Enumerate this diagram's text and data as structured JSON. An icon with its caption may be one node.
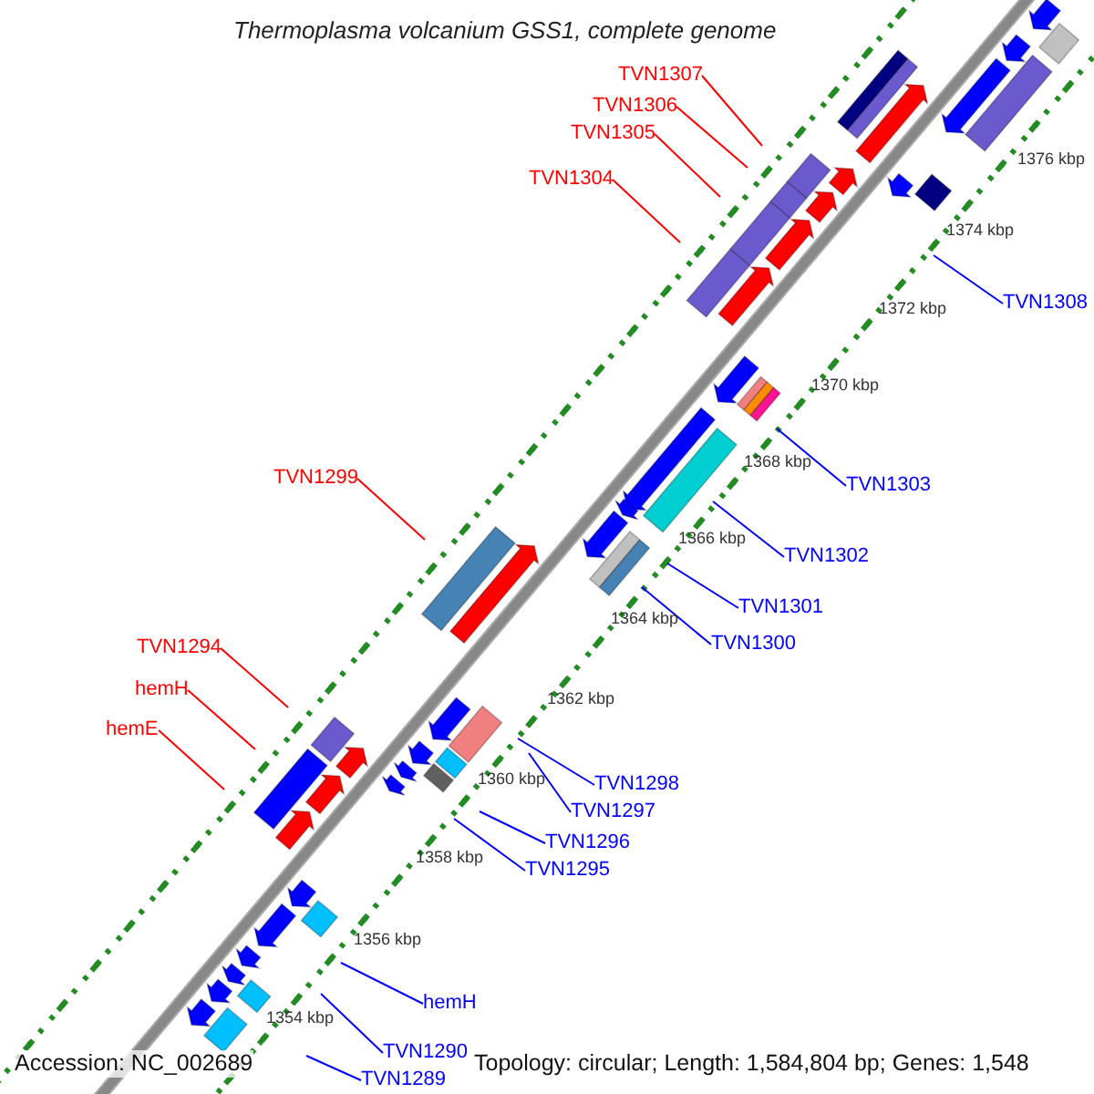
{
  "diagram": {
    "title": "Thermoplasma volcanium GSS1, complete genome",
    "nodes": [
      {
        "text": [
          "TVN1307"
        ]
      },
      {
        "text": [
          "TVN1306"
        ]
      },
      {
        "text": [
          "TVN1305"
        ]
      },
      {
        "text": [
          "TVN1304"
        ]
      },
      {
        "text": [
          "TVN1308"
        ]
      },
      {
        "text": [
          "TVN1299"
        ]
      },
      {
        "text": [
          "TVN1303"
        ]
      },
      {
        "text": [
          "TVN1302"
        ]
      },
      {
        "text": [
          "TVN1301"
        ]
      },
      {
        "text": [
          "TVN1300"
        ]
      },
      {
        "text": [
          "TVN1294"
        ]
      },
      {
        "text": [
          "hemH"
        ]
      },
      {
        "text": [
          "hemE"
        ]
      },
      {
        "text": [
          "TVN1298"
        ]
      },
      {
        "text": [
          "TVN1297"
        ]
      },
      {
        "text": [
          "TVN1296"
        ]
      },
      {
        "text": [
          "TVN1295"
        ]
      },
      {
        "text": [
          "hemH"
        ]
      },
      {
        "text": [
          "TVN1290"
        ]
      },
      {
        "text": [
          "TVN1289"
        ]
      }
    ],
    "edges": [
      {
        "from": 0,
        "to": null,
        "arrow": "none",
        "color": "#ff0000"
      },
      {
        "from": 1,
        "to": null,
        "arrow": "none",
        "color": "#ff0000"
      },
      {
        "from": 2,
        "to": null,
        "arrow": "none",
        "color": "#ff0000"
      },
      {
        "from": 3,
        "to": null,
        "arrow": "none",
        "color": "#ff0000"
      },
      {
        "from": 4,
        "to": null,
        "arrow": "none"
      },
      {
        "from": 5,
        "to": null,
        "arrow": "none",
        "color": "#ff0000"
      },
      {
        "from": 6,
        "to": null,
        "arrow": "none"
      },
      {
        "from": 7,
        "to": null,
        "arrow": "none"
      },
      {
        "from": 8,
        "to": null,
        "arrow": "none"
      },
      {
        "from": 9,
        "to": null,
        "arrow": "none"
      },
      {
        "from": 10,
        "to": null,
        "arrow": "none",
        "color": "#ff0000"
      },
      {
        "from": 11,
        "to": null,
        "arrow": "none",
        "color": "#ff0000"
      },
      {
        "from": 12,
        "to": null,
        "arrow": "none",
        "color": "#ff0000"
      },
      {
        "from": 13,
        "to": null,
        "arrow": "none"
      },
      {
        "from": 14,
        "to": null,
        "arrow": "none"
      },
      {
        "from": 15,
        "to": null,
        "arrow": "none"
      },
      {
        "from": 16,
        "to": null,
        "arrow": "none"
      },
      {
        "from": 17,
        "to": null,
        "arrow": "none"
      },
      {
        "from": 18,
        "to": null,
        "arrow": "none"
      },
      {
        "from": 19,
        "to": null,
        "arrow": "none"
      }
    ],
    "labels": [
      "1376 kbp",
      "1374 kbp",
      "1372 kbp",
      "1370 kbp",
      "1368 kbp",
      "1366 kbp",
      "1364 kbp",
      "1362 kbp",
      "1360 kbp",
      "1358 kbp",
      "1356 kbp",
      "1354 kbp",
      "Accession: NC_002689",
      "Topology: circular; Length: 1,584,804 bp; Genes: 1,548"
    ]
  }
}
